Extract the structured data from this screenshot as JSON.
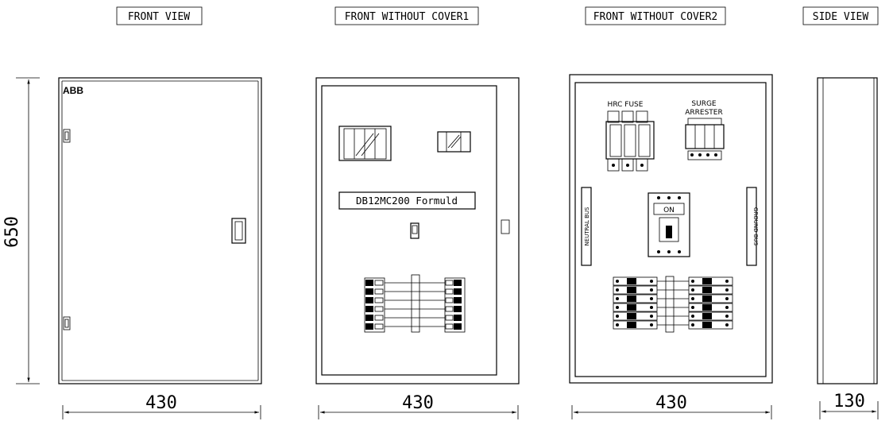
{
  "views": {
    "front_view": "FRONT VIEW",
    "front_without_cover1": "FRONT WITHOUT COVER1",
    "front_without_cover2": "FRONT WITHOUT COVER2",
    "side_view": "SIDE VIEW"
  },
  "brand": "ABB",
  "nameplate": "DB12MC200 Formuld",
  "components": {
    "hrc_fuse": "HRC FUSE",
    "surge_line1": "SURGE",
    "surge_line2": "ARRESTER",
    "breaker": "ON",
    "neutral_bus": "NEUTRAL BUS",
    "ground_bus": "GROUND BUS"
  },
  "dimensions": {
    "height": "650",
    "width1": "430",
    "width2": "430",
    "width3": "430",
    "depth": "130"
  }
}
